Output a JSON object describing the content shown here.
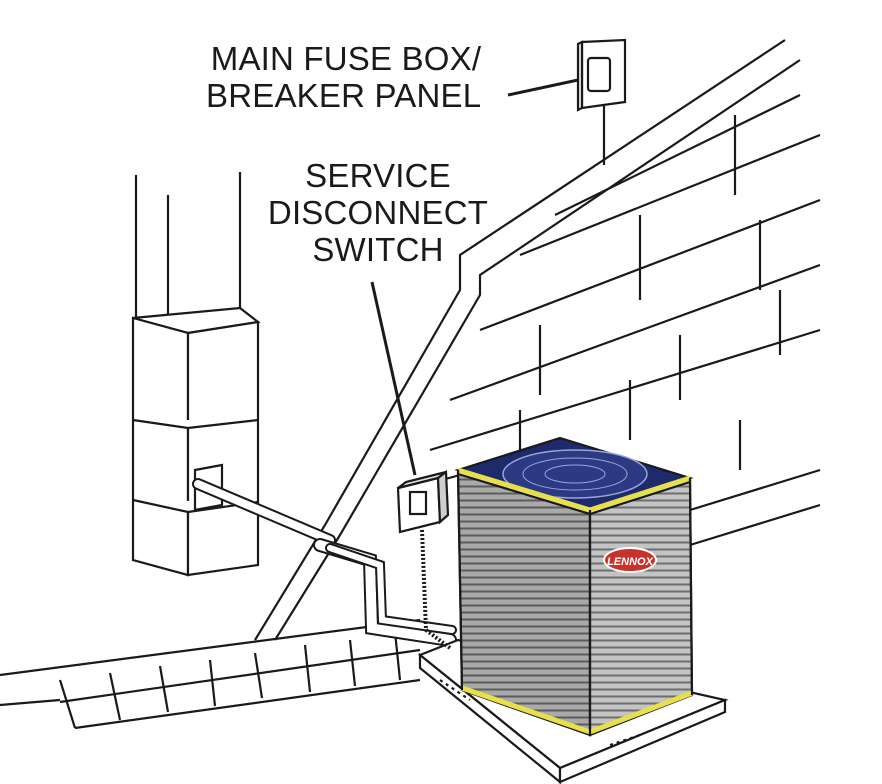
{
  "labels": {
    "main_fuse_box": {
      "line1": "MAIN FUSE BOX/",
      "line2": "BREAKER PANEL"
    },
    "service_disconnect": {
      "line1": "SERVICE",
      "line2": "DISCONNECT",
      "line3": "SWITCH"
    },
    "brand_badge": "LENNOX"
  },
  "colors": {
    "ink": "#1a1a1a",
    "unit_trim": "#e8e04a",
    "unit_top": "#1e2a6b",
    "unit_body": "#b9b9b9",
    "badge": "#c8322b"
  }
}
